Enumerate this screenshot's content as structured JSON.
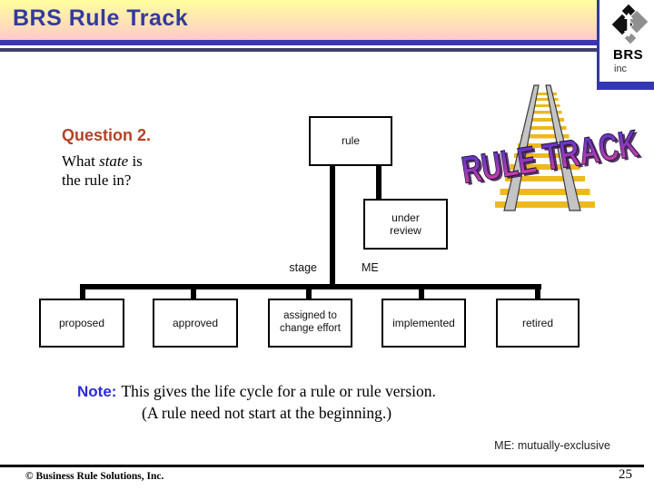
{
  "header": {
    "title": "BRS Rule Track"
  },
  "logo": {
    "company": "BRS",
    "suffix": "inc"
  },
  "wordart": {
    "text": "RULE TRACK"
  },
  "question": {
    "heading": "Question 2.",
    "line1_pre": "What ",
    "line1_italic": "state",
    "line1_post": " is",
    "line2": "the rule in?"
  },
  "diagram": {
    "root_label": "rule",
    "under_review_label": "under review",
    "stage_label": "stage",
    "me_label": "ME",
    "states": [
      "proposed",
      "approved",
      "assigned to change effort",
      "implemented",
      "retired"
    ]
  },
  "note": {
    "label": "Note:",
    "line1": "This gives the life cycle for a rule or rule version.",
    "line2": "(A rule need not start at the beginning.)"
  },
  "legend": {
    "me": "ME: mutually-exclusive"
  },
  "footer": {
    "copyright": "© Business Rule Solutions, Inc.",
    "page_number": "25"
  },
  "colors": {
    "banner_top": "#ffff9e",
    "banner_bottom": "#ffc9cc",
    "title_text": "#333a9e",
    "accent_line_primary": "#3b35b2",
    "accent_line_secondary": "#403e6e",
    "question_heading": "#b34227",
    "note_label": "#2b2bd6",
    "wordart_top": "#4b33cf",
    "wordart_bottom": "#ea3f9e",
    "tie_gold": "#edb91e"
  }
}
